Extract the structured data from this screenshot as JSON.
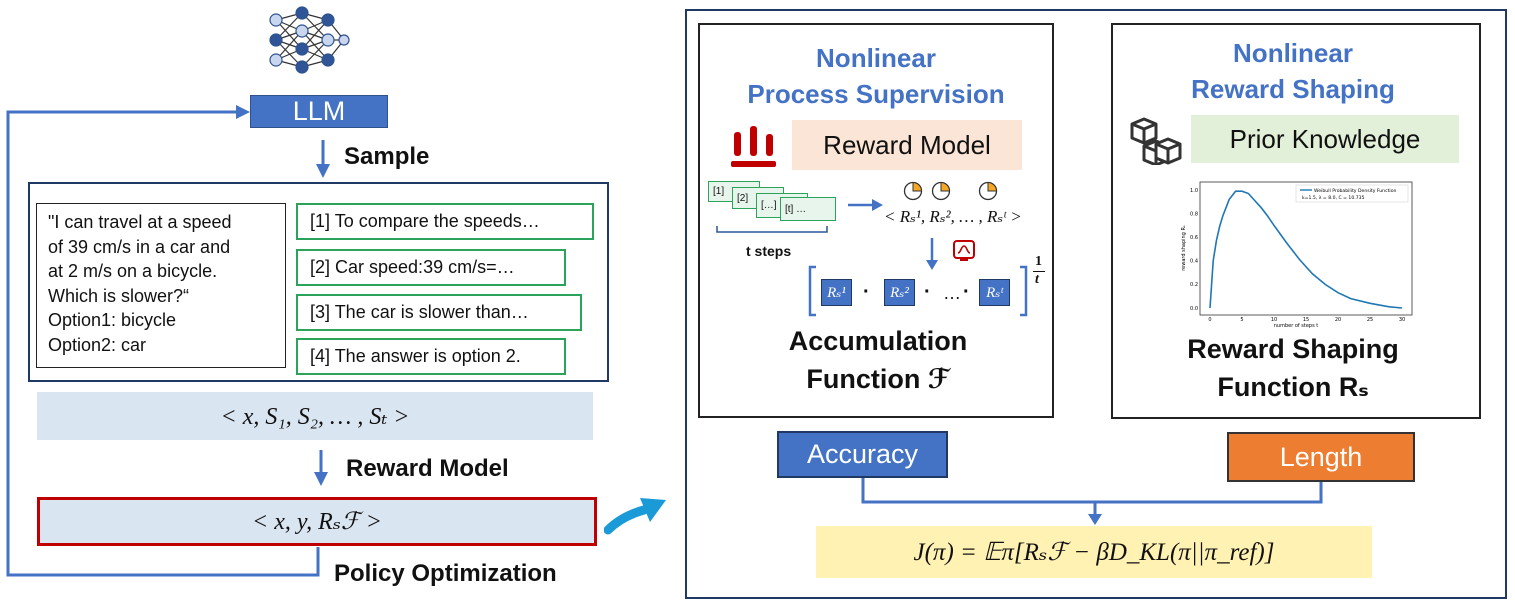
{
  "left": {
    "llm_label": "LLM",
    "sample_label": "Sample",
    "question_lines": [
      "\"I can travel at a speed",
      "of 39 cm/s in a car and",
      "at 2 m/s on a bicycle.",
      "Which is slower?“",
      "Option1: bicycle",
      "Option2: car"
    ],
    "steps": [
      "[1] To compare the speeds…",
      "[2] Car speed:39 cm/s=…",
      "[3] The car is slower than…",
      "[4] The answer is option 2."
    ],
    "sequence": "< x, S₁, S₂, … , Sₜ >",
    "reward_model_label": "Reward Model",
    "output_tuple": "< x, y, Rₛℱ >",
    "policy_label": "Policy Optimization"
  },
  "process_panel": {
    "title_line1": "Nonlinear",
    "title_line2": "Process Supervision",
    "reward_model_tag": "Reward Model",
    "cards": [
      "[1]",
      "[2]",
      "[…]",
      "[t] …"
    ],
    "t_steps": "t steps",
    "rewards_tuple": "< Rₛ¹, Rₛ², … , Rₛᵗ >",
    "product_terms": [
      "Rₛ¹",
      "Rₛ²",
      "Rₛᵗ"
    ],
    "dot": "·",
    "ellipsis": "…",
    "exponent_num": "1",
    "exponent_den": "t",
    "func_line1": "Accumulation",
    "func_line2": "Function ℱ"
  },
  "shaping_panel": {
    "title_line1": "Nonlinear",
    "title_line2": "Reward Shaping",
    "prior_tag": "Prior Knowledge",
    "plot": {
      "legend_line1": "Weibull Probability Density Function",
      "legend_line2": "k=1.5, λ = 8.0, C = 10.735",
      "xlabel": "number of steps t",
      "ylabel": "reward shaping Rₛ",
      "x_ticks": [
        "0",
        "5",
        "10",
        "15",
        "20",
        "25",
        "30"
      ],
      "y_ticks": [
        "0.0",
        "0.2",
        "0.4",
        "0.6",
        "0.8",
        "1.0"
      ]
    },
    "func_line1": "Reward Shaping",
    "func_line2": "Function Rₛ"
  },
  "metrics": {
    "accuracy": "Accuracy",
    "length": "Length"
  },
  "objective": "J(π) = 𝔼π[Rₛℱ − βD_KL(π||π_ref)]",
  "colors": {
    "blue": "#4472c4",
    "orange": "#ed7d31",
    "green": "#2ca35a",
    "red": "#c00000",
    "navy": "#1f3864",
    "curve": "#1f77b4"
  },
  "chart_data": {
    "type": "line",
    "xlabel": "number of steps t",
    "ylabel": "reward shaping Rₛ",
    "xlim": [
      0,
      30
    ],
    "ylim": [
      0,
      1.0
    ],
    "series": [
      {
        "name": "Weibull Probability Density Function",
        "x": [
          0,
          0.5,
          1,
          1.5,
          2,
          3,
          4,
          5,
          6,
          7,
          8,
          9,
          10,
          12,
          14,
          16,
          18,
          20,
          22,
          25,
          28,
          30
        ],
        "y": [
          0,
          0.4,
          0.57,
          0.69,
          0.78,
          0.92,
          0.99,
          0.99,
          0.97,
          0.91,
          0.85,
          0.78,
          0.7,
          0.55,
          0.41,
          0.29,
          0.2,
          0.13,
          0.08,
          0.04,
          0.01,
          0.0
        ]
      }
    ]
  }
}
